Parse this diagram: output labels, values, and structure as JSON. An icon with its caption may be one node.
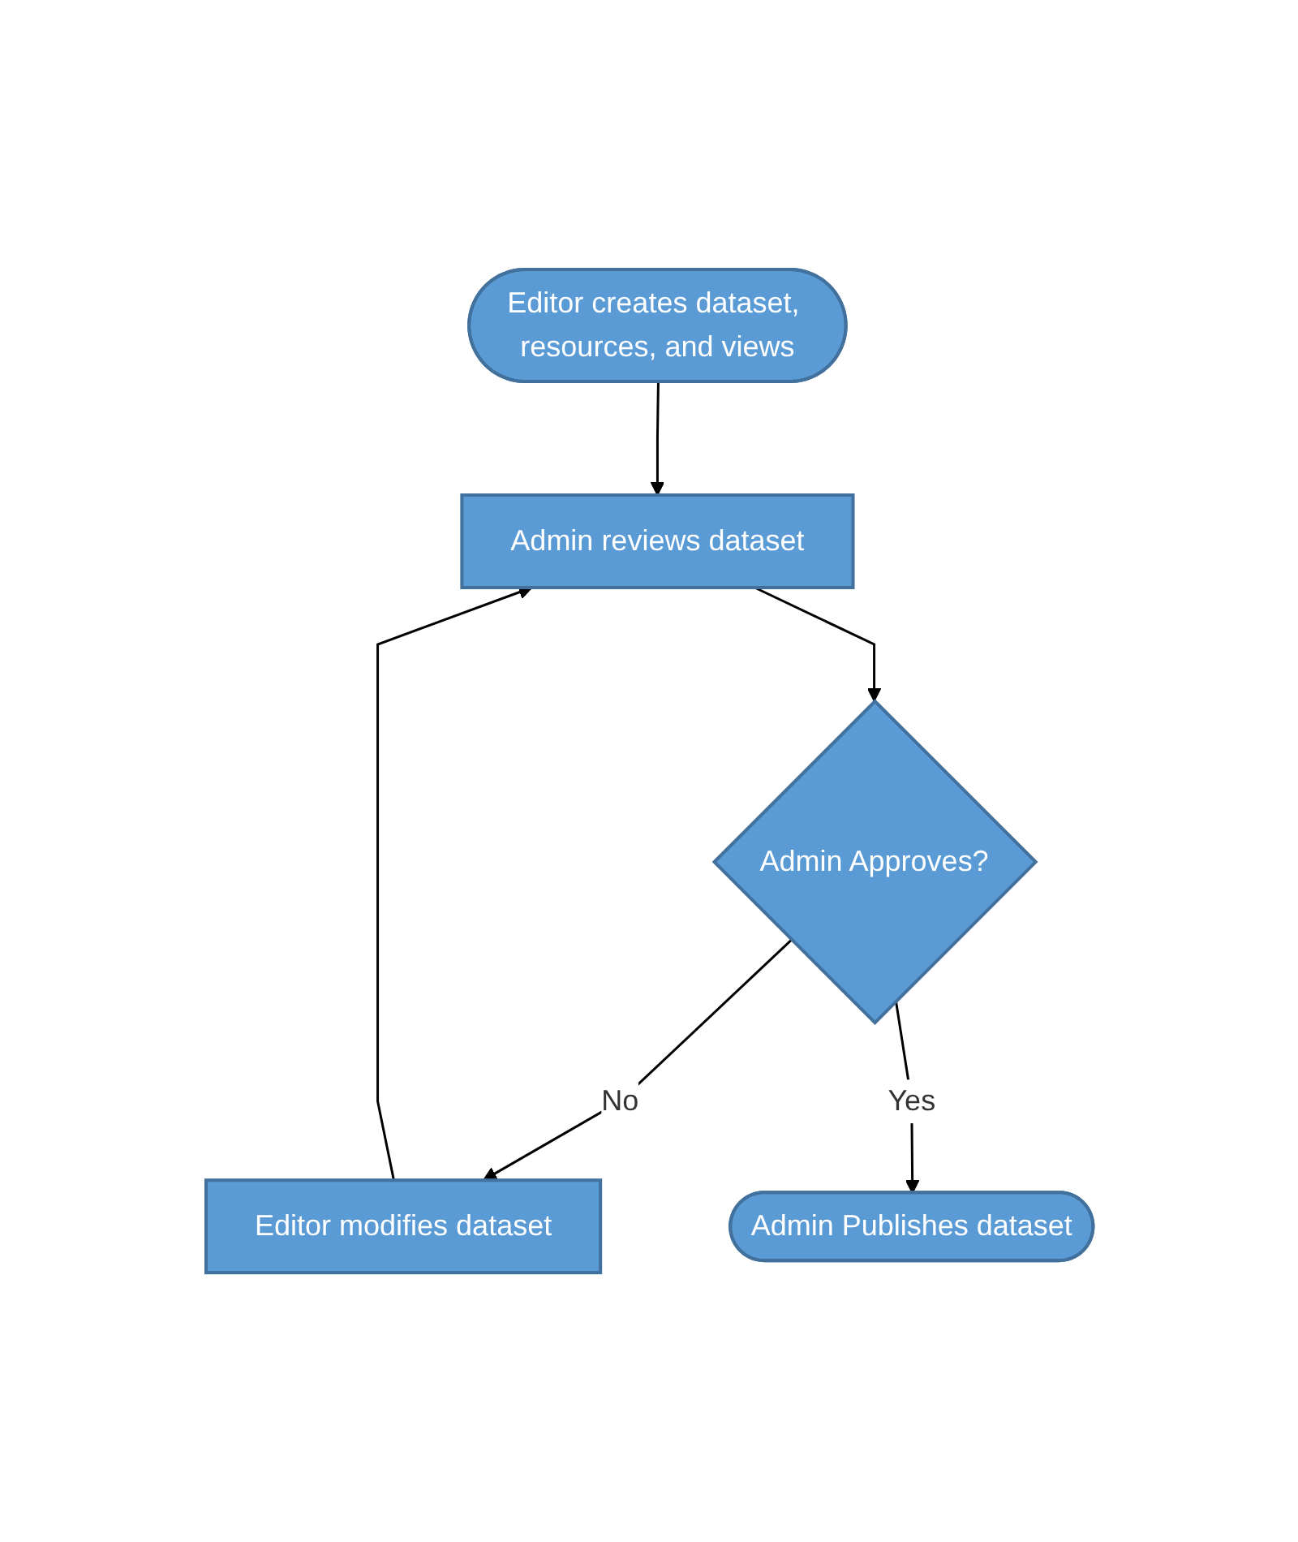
{
  "diagram": {
    "nodes": [
      {
        "text": [
          "Editor creates dataset, resources, and views"
        ]
      },
      {
        "text": [
          "Admin reviews dataset"
        ]
      },
      {
        "text": [
          "Admin Approves?"
        ]
      },
      {
        "text": [
          "Editor modifies dataset"
        ]
      },
      {
        "text": [
          "Admin Publishes dataset"
        ]
      }
    ],
    "edges": [
      {
        "from": 0,
        "to": 1,
        "arrow": "to"
      },
      {
        "from": 1,
        "to": 2,
        "arrow": "to"
      },
      {
        "from": 2,
        "to": 3,
        "label": "No",
        "arrow": "to"
      },
      {
        "from": 3,
        "to": 1,
        "arrow": "to"
      },
      {
        "from": 2,
        "to": 4,
        "label": "Yes",
        "arrow": "to"
      }
    ]
  }
}
